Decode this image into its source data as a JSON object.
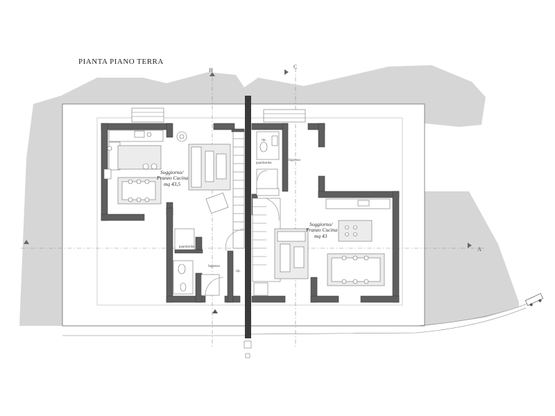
{
  "plan": {
    "title": "PIANTA PIANO TERRA",
    "section_axes": {
      "b": "B",
      "c": "C",
      "a": "A"
    },
    "left_unit": {
      "living_name_line1": "Soggiorno/",
      "living_name_line2": "Pranzo Cucina",
      "living_area": "mq 43,5",
      "wardrobe": "guardaroba",
      "entrance": "Ingresso",
      "storage": "rip."
    },
    "right_unit": {
      "living_name_line1": "Soggiorno/",
      "living_name_line2": "Pranzo Cucina",
      "living_area": "mq 43",
      "wardrobe": "guardaroba",
      "entrance": "Ingresso",
      "storage": "rip."
    }
  },
  "colors": {
    "terrain": "#d6d6d6",
    "walls": "#5e5e5e",
    "center_wall": "#3a3a3a",
    "background": "#ffffff"
  }
}
